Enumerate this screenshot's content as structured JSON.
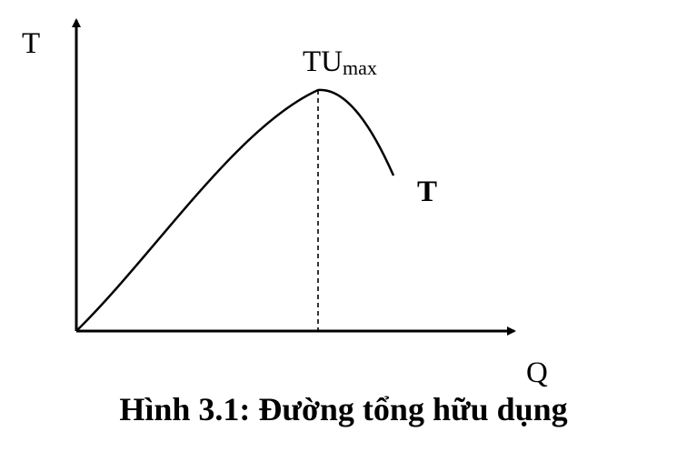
{
  "diagram": {
    "y_axis_label": "T",
    "x_axis_label": "Q",
    "peak_label": {
      "main": "TU",
      "subscript": "max"
    },
    "curve_label": "T",
    "caption": "Hình 3.1: Đường tổng hữu dụng"
  }
}
